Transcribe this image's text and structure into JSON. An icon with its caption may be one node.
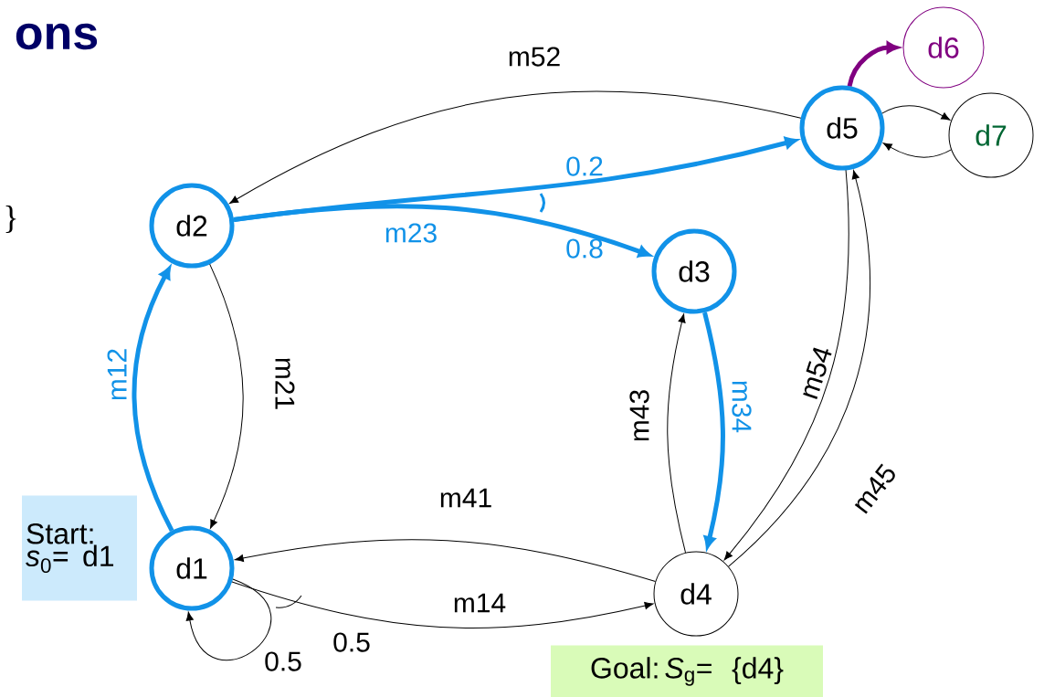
{
  "diagram": {
    "nodes": [
      {
        "text": [
          "d1"
        ]
      },
      {
        "text": [
          "d2"
        ]
      },
      {
        "text": [
          "d3"
        ]
      },
      {
        "text": [
          "d4"
        ]
      },
      {
        "text": [
          "d5"
        ]
      },
      {
        "text": [
          "d6"
        ]
      },
      {
        "text": [
          "d7"
        ]
      },
      {
        "text": [
          "Start: *s*$_{0}$= d1"
        ]
      },
      {
        "text": [
          "Goal: *S*$_{g}$= {d4}"
        ]
      }
    ],
    "edges": [
      {
        "from": 0,
        "to": 1,
        "arrow": "to",
        "label": "m12",
        "style": "thick",
        "color": "#1192e8"
      },
      {
        "from": 1,
        "to": 0,
        "arrow": "to",
        "label": "m21"
      },
      {
        "from": 1,
        "to": 4,
        "arrow": "to",
        "label": "0.2",
        "style": "thick",
        "color": "#1192e8"
      },
      {
        "from": 1,
        "to": 2,
        "arrow": "to",
        "label": "0.8",
        "style": "thick",
        "color": "#1192e8"
      },
      {
        "from": 2,
        "to": 3,
        "arrow": "to",
        "label": "m34",
        "style": "thick",
        "color": "#1192e8"
      },
      {
        "from": 3,
        "to": 2,
        "arrow": "to",
        "label": "m43"
      },
      {
        "from": 3,
        "to": 0,
        "arrow": "to",
        "label": "m41"
      },
      {
        "from": 0,
        "to": 3,
        "arrow": "to",
        "label": "m14"
      },
      {
        "from": 0,
        "to": 0,
        "arrow": "to",
        "label": "0.5"
      },
      {
        "from": 4,
        "to": 1,
        "arrow": "to",
        "label": "m52"
      },
      {
        "from": 4,
        "to": 3,
        "arrow": "to",
        "label": "m54"
      },
      {
        "from": 3,
        "to": 4,
        "arrow": "to",
        "label": "m45"
      },
      {
        "from": 4,
        "to": 5,
        "arrow": "to",
        "style": "thick",
        "color": "#800080"
      },
      {
        "from": 4,
        "to": 6,
        "arrow": "to"
      },
      {
        "from": 6,
        "to": 4,
        "arrow": "to"
      }
    ],
    "labels": [
      "ons",
      "}",
      "m23",
      "0.5"
    ]
  }
}
